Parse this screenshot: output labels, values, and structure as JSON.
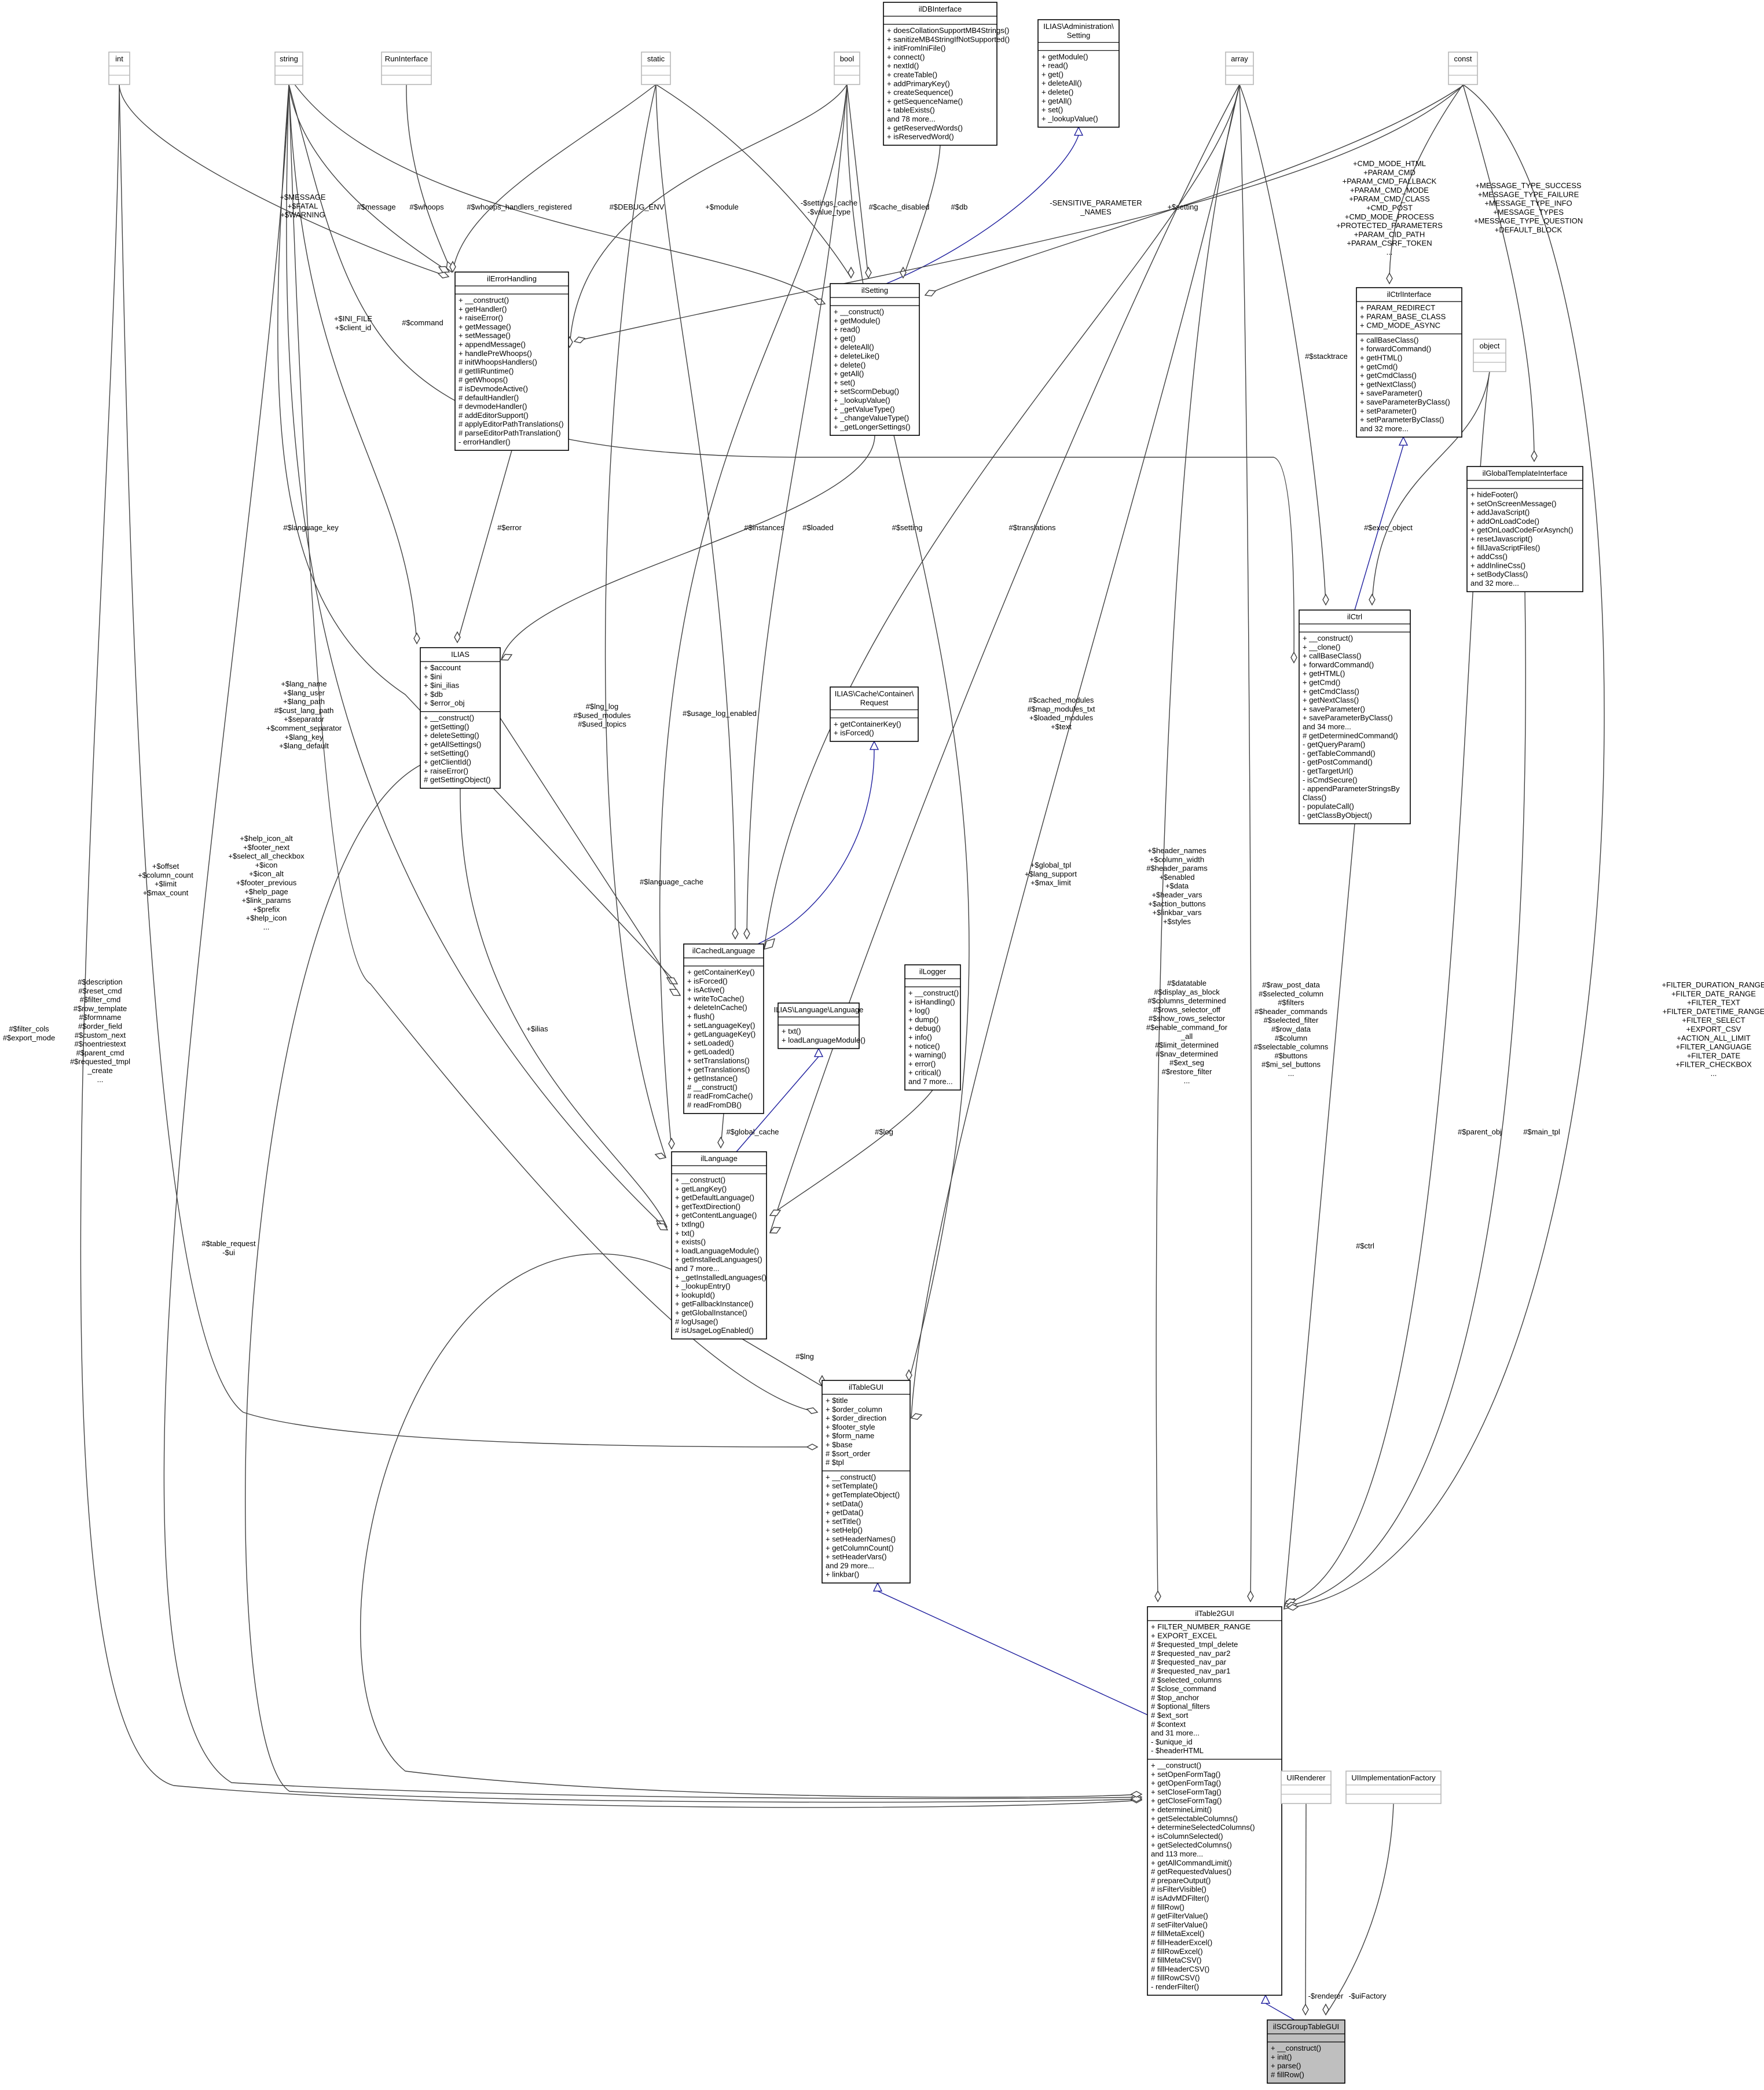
{
  "classes": {
    "int": {
      "title": "int",
      "attrs": [],
      "methods": []
    },
    "string": {
      "title": "string",
      "attrs": [],
      "methods": []
    },
    "RunInterface": {
      "title": "RunInterface",
      "attrs": [],
      "methods": []
    },
    "static": {
      "title": "static",
      "attrs": [],
      "methods": []
    },
    "bool": {
      "title": "bool",
      "attrs": [],
      "methods": []
    },
    "ilDBInterface": {
      "title": "ilDBInterface",
      "attrs": [],
      "methods": [
        "+ doesCollationSupportMB4Strings()",
        "+ sanitizeMB4StringIfNotSupported()",
        "+ initFromIniFile()",
        "+ connect()",
        "+ nextId()",
        "+ createTable()",
        "+ addPrimaryKey()",
        "+ createSequence()",
        "+ getSequenceName()",
        "+ tableExists()",
        "and 78 more...",
        "+ getReservedWords()",
        "+ isReservedWord()"
      ]
    },
    "AdminSetting": {
      "title": "ILIAS\\Administration\\Setting",
      "attrs": [],
      "methods": [
        "+ getModule()",
        "+ read()",
        "+ get()",
        "+ deleteAll()",
        "+ delete()",
        "+ getAll()",
        "+ set()",
        "+ _lookupValue()"
      ]
    },
    "array": {
      "title": "array",
      "attrs": [],
      "methods": []
    },
    "const": {
      "title": "const",
      "attrs": [],
      "methods": []
    },
    "ilErrorHandling": {
      "title": "ilErrorHandling",
      "attrs": [],
      "methods": [
        "+ __construct()",
        "+ getHandler()",
        "+ raiseError()",
        "+ getMessage()",
        "+ setMessage()",
        "+ appendMessage()",
        "+ handlePreWhoops()",
        "# initWhoopsHandlers()",
        "# getIliRuntime()",
        "# getWhoops()",
        "# isDevmodeActive()",
        "# defaultHandler()",
        "# devmodeHandler()",
        "# addEditorSupport()",
        "# applyEditorPathTranslations()",
        "# parseEditorPathTranslation()",
        "- errorHandler()"
      ]
    },
    "ilSetting": {
      "title": "ilSetting",
      "attrs": [],
      "methods": [
        "+ __construct()",
        "+ getModule()",
        "+ read()",
        "+ get()",
        "+ deleteAll()",
        "+ deleteLike()",
        "+ delete()",
        "+ getAll()",
        "+ set()",
        "+ setScormDebug()",
        "+ _lookupValue()",
        "+ _getValueType()",
        "+ _changeValueType()",
        "+ _getLongerSettings()"
      ]
    },
    "ilCtrlInterface": {
      "title": "ilCtrlInterface",
      "attrs": [
        "+ PARAM_REDIRECT",
        "+ PARAM_BASE_CLASS",
        "+ CMD_MODE_ASYNC"
      ],
      "methods": [
        "+ callBaseClass()",
        "+ forwardCommand()",
        "+ getHTML()",
        "+ getCmd()",
        "+ getCmdClass()",
        "+ getNextClass()",
        "+ saveParameter()",
        "+ saveParameterByClass()",
        "+ setParameter()",
        "+ setParameterByClass()",
        "and 32 more..."
      ]
    },
    "object": {
      "title": "object",
      "attrs": [],
      "methods": []
    },
    "ilGlobalTemplateInterface": {
      "title": "ilGlobalTemplateInterface",
      "attrs": [],
      "methods": [
        "+ hideFooter()",
        "+ setOnScreenMessage()",
        "+ addJavaScript()",
        "+ addOnLoadCode()",
        "+ getOnLoadCodeForAsynch()",
        "+ resetJavascript()",
        "+ fillJavaScriptFiles()",
        "+ addCss()",
        "+ addInlineCss()",
        "+ setBodyClass()",
        "and 32 more..."
      ]
    },
    "ILIAS": {
      "title": "ILIAS",
      "attrs": [
        "+ $account",
        "+ $ini",
        "+ $ini_ilias",
        "+ $db",
        "+ $error_obj"
      ],
      "methods": [
        "+ __construct()",
        "+ getSetting()",
        "+ deleteSetting()",
        "+ getAllSettings()",
        "+ setSetting()",
        "+ getClientId()",
        "+ raiseError()",
        "# getSettingObject()"
      ]
    },
    "ilCtrl": {
      "title": "ilCtrl",
      "attrs": [],
      "methods": [
        "+ __construct()",
        "+ __clone()",
        "+ callBaseClass()",
        "+ forwardCommand()",
        "+ getHTML()",
        "+ getCmd()",
        "+ getCmdClass()",
        "+ getNextClass()",
        "+ saveParameter()",
        "+ saveParameterByClass()",
        "and 34 more...",
        "# getDeterminedCommand()",
        "- getQueryParam()",
        "- getTableCommand()",
        "- getPostCommand()",
        "- getTargetUrl()",
        "- isCmdSecure()",
        "- appendParameterStringsBy",
        "Class()",
        "- populateCall()",
        "- getClassByObject()"
      ]
    },
    "CacheRequest": {
      "title": "ILIAS\\Cache\\Container\\Request",
      "attrs": [],
      "methods": [
        "+ getContainerKey()",
        "+ isForced()"
      ]
    },
    "ilCachedLanguage": {
      "title": "ilCachedLanguage",
      "attrs": [],
      "methods": [
        "+ getContainerKey()",
        "+ isForced()",
        "+ isActive()",
        "+ writeToCache()",
        "+ deleteInCache()",
        "+ flush()",
        "+ setLanguageKey()",
        "+ getLanguageKey()",
        "+ setLoaded()",
        "+ getLoaded()",
        "+ setTranslations()",
        "+ getTranslations()",
        "+ getInstance()",
        "# __construct()",
        "# readFromCache()",
        "# readFromDB()"
      ]
    },
    "LanguageIface": {
      "title": "ILIAS\\Language\\Language",
      "attrs": [],
      "methods": [
        "+ txt()",
        "+ loadLanguageModule()"
      ]
    },
    "ilLogger": {
      "title": "ilLogger",
      "attrs": [],
      "methods": [
        "+ __construct()",
        "+ isHandling()",
        "+ log()",
        "+ dump()",
        "+ debug()",
        "+ info()",
        "+ notice()",
        "+ warning()",
        "+ error()",
        "+ critical()",
        "and 7 more..."
      ]
    },
    "ilLanguage": {
      "title": "ilLanguage",
      "attrs": [],
      "methods": [
        "+ __construct()",
        "+ getLangKey()",
        "+ getDefaultLanguage()",
        "+ getTextDirection()",
        "+ getContentLanguage()",
        "+ txtlng()",
        "+ txt()",
        "+ exists()",
        "+ loadLanguageModule()",
        "+ getInstalledLanguages()",
        "and 7 more...",
        "+ _getInstalledLanguages()",
        "+ _lookupEntry()",
        "+ lookupId()",
        "+ getFallbackInstance()",
        "+ getGlobalInstance()",
        "# logUsage()",
        "# isUsageLogEnabled()"
      ]
    },
    "ilTableGUI": {
      "title": "ilTableGUI",
      "attrs": [
        "+ $title",
        "+ $order_column",
        "+ $order_direction",
        "+ $footer_style",
        "+ $form_name",
        "+ $base",
        "# $sort_order",
        "# $tpl"
      ],
      "methods": [
        "+ __construct()",
        "+ setTemplate()",
        "+ getTemplateObject()",
        "+ setData()",
        "+ getData()",
        "+ setTitle()",
        "+ setHelp()",
        "+ setHeaderNames()",
        "+ getColumnCount()",
        "+ setHeaderVars()",
        "and 29 more...",
        "+ linkbar()"
      ]
    },
    "ilTable2GUI": {
      "title": "ilTable2GUI",
      "attrs": [
        "+ FILTER_NUMBER_RANGE",
        "+ EXPORT_EXCEL",
        "# $requested_tmpl_delete",
        "# $requested_nav_par2",
        "# $requested_nav_par",
        "# $requested_nav_par1",
        "# $selected_columns",
        "# $close_command",
        "# $top_anchor",
        "# $optional_filters",
        "# $ext_sort",
        "# $context",
        "and 31 more...",
        "- $unique_id",
        "- $headerHTML"
      ],
      "methods": [
        "+ __construct()",
        "+ setOpenFormTag()",
        "+ getOpenFormTag()",
        "+ setCloseFormTag()",
        "+ getCloseFormTag()",
        "+ determineLimit()",
        "+ getSelectableColumns()",
        "+ determineSelectedColumns()",
        "+ isColumnSelected()",
        "+ getSelectedColumns()",
        "and 113 more...",
        "+ getAllCommandLimit()",
        "# getRequestedValues()",
        "# prepareOutput()",
        "# isFilterVisible()",
        "# isAdvMDFilter()",
        "# fillRow()",
        "# getFilterValue()",
        "# setFilterValue()",
        "# fillMetaExcel()",
        "# fillHeaderExcel()",
        "# fillRowExcel()",
        "# fillMetaCSV()",
        "# fillHeaderCSV()",
        "# fillRowCSV()",
        "- renderFilter()"
      ]
    },
    "UIRenderer": {
      "title": "UIRenderer",
      "attrs": [],
      "methods": []
    },
    "UIImplementationFactory": {
      "title": "UIImplementationFactory",
      "attrs": [],
      "methods": []
    },
    "ilSCGroupTableGUI": {
      "title": "ilSCGroupTableGUI",
      "attrs": [],
      "methods": [
        "+ __construct()",
        "+ init()",
        "+ parse()",
        "# fillRow()"
      ]
    }
  },
  "edge_labels": {
    "e_message_fatal": [
      "+$MESSAGE",
      "+$FATAL",
      "+$WARNING"
    ],
    "e_message": [
      "#$message"
    ],
    "e_whoops": [
      "#$whoops"
    ],
    "e_whoops_handlers": [
      "#$whoops_handlers_registered"
    ],
    "e_debug_env": [
      "#$DEBUG_ENV"
    ],
    "e_module": [
      "+$module"
    ],
    "e_settings_cache": [
      "-$settings_cache",
      "-$value_type"
    ],
    "e_cache_disabled": [
      "#$cache_disabled"
    ],
    "e_db": [
      "#$db"
    ],
    "e_sensitive": [
      "-SENSITIVE_PARAMETER",
      "_NAMES"
    ],
    "e_setting_plus": [
      "+$setting"
    ],
    "e_cmd_consts": [
      "+CMD_MODE_HTML",
      "+PARAM_CMD",
      "+PARAM_CMD_FALLBACK",
      "+PARAM_CMD_MODE",
      "+PARAM_CMD_CLASS",
      "+CMD_POST",
      "+CMD_MODE_PROCESS",
      "+PROTECTED_PARAMETERS",
      "+PARAM_CID_PATH",
      "+PARAM_CSRF_TOKEN",
      "..."
    ],
    "e_msg_types": [
      "+MESSAGE_TYPE_SUCCESS",
      "+MESSAGE_TYPE_FAILURE",
      "+MESSAGE_TYPE_INFO",
      "+MESSAGE_TYPES",
      "+MESSAGE_TYPE_QUESTION",
      "+DEFAULT_BLOCK"
    ],
    "e_ini_file": [
      "+$INI_FILE",
      "+$client_id"
    ],
    "e_command": [
      "#$command"
    ],
    "e_stacktrace": [
      "#$stacktrace"
    ],
    "e_exec_object": [
      "#$exec_object"
    ],
    "e_language_key": [
      "#$language_key"
    ],
    "e_error": [
      "#$error"
    ],
    "e_instances": [
      "#$instances"
    ],
    "e_loaded": [
      "#$loaded"
    ],
    "e_setting_hash": [
      "#$setting"
    ],
    "e_translations": [
      "#$translations"
    ],
    "e_lang_name": [
      "+$lang_name",
      "+$lang_user",
      "+$lang_path",
      "#$cust_lang_path",
      "+$separator",
      "+$comment_separator",
      "+$lang_key",
      "+$lang_default"
    ],
    "e_lng_log": [
      "#$lng_log",
      "#$used_modules",
      "#$used_topics"
    ],
    "e_usage_log": [
      "#$usage_log_enabled"
    ],
    "e_cached_modules": [
      "#$cached_modules",
      "#$map_modules_txt",
      "+$loaded_modules",
      "+$text"
    ],
    "e_language_cache": [
      "#$language_cache"
    ],
    "e_offset": [
      "+$offset",
      "+$column_count",
      "+$limit",
      "+$max_count"
    ],
    "e_help_icon_alt": [
      "+$help_icon_alt",
      "+$footer_next",
      "+$select_all_checkbox",
      "+$icon",
      "+$icon_alt",
      "+$footer_previous",
      "+$help_page",
      "+$link_params",
      "+$prefix",
      "+$help_icon",
      "..."
    ],
    "e_global_tpl": [
      "+$global_tpl",
      "+$lang_support",
      "+$max_limit"
    ],
    "e_header_names": [
      "+$header_names",
      "+$column_width",
      "#$header_params",
      "+$enabled",
      "+$data",
      "+$header_vars",
      "+$action_buttons",
      "+$linkbar_vars",
      "+$styles"
    ],
    "e_description": [
      "#$description",
      "#$reset_cmd",
      "#$filter_cmd",
      "#$row_template",
      "#$formname",
      "#$order_field",
      "#$custom_next",
      "#$noentriestext",
      "#$parent_cmd",
      "#$requested_tmpl",
      "_create",
      "..."
    ],
    "e_filter_cols": [
      "#$filter_cols",
      "#$export_mode"
    ],
    "e_ilias": [
      "+$ilias"
    ],
    "e_global_cache": [
      "#$global_cache"
    ],
    "e_log": [
      "#$log"
    ],
    "e_datatable": [
      "#$datatable",
      "#$display_as_block",
      "#$columns_determined",
      "#$rows_selector_off",
      "#$show_rows_selector",
      "#$enable_command_for",
      "_all",
      "#$limit_determined",
      "#$nav_determined",
      "#$ext_seg",
      "#$restore_filter",
      "..."
    ],
    "e_raw_post": [
      "#$raw_post_data",
      "#$selected_column",
      "#$filters",
      "#$header_commands",
      "#$selected_filter",
      "#$row_data",
      "#$column",
      "#$selectable_columns",
      "#$buttons",
      "#$mi_sel_buttons",
      "..."
    ],
    "e_ctrl": [
      "#$ctrl"
    ],
    "e_parent_obj": [
      "#$parent_obj"
    ],
    "e_main_tpl": [
      "#$main_tpl"
    ],
    "e_filter_range": [
      "+FILTER_DURATION_RANGE",
      "+FILTER_DATE_RANGE",
      "+FILTER_TEXT",
      "+FILTER_DATETIME_RANGE",
      "+FILTER_SELECT",
      "+EXPORT_CSV",
      "+ACTION_ALL_LIMIT",
      "+FILTER_LANGUAGE",
      "+FILTER_DATE",
      "+FILTER_CHECKBOX",
      "..."
    ],
    "e_table_request": [
      "#$table_request",
      "-$ui"
    ],
    "e_lng": [
      "#$lng"
    ],
    "e_renderer": [
      "-$renderer"
    ],
    "e_uifactory": [
      "-$uiFactory"
    ]
  }
}
